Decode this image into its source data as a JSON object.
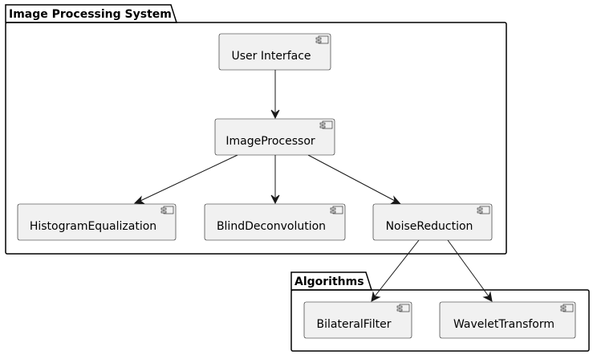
{
  "packages": {
    "system": {
      "title": "Image Processing System"
    },
    "algorithms": {
      "title": "Algorithms"
    }
  },
  "components": {
    "user_interface": "User Interface",
    "image_processor": "ImageProcessor",
    "histogram_equalization": "HistogramEqualization",
    "blind_deconvolution": "BlindDeconvolution",
    "noise_reduction": "NoiseReduction",
    "bilateral_filter": "BilateralFilter",
    "wavelet_transform": "WaveletTransform"
  },
  "edges": [
    {
      "from": "User Interface",
      "to": "ImageProcessor"
    },
    {
      "from": "ImageProcessor",
      "to": "HistogramEqualization"
    },
    {
      "from": "ImageProcessor",
      "to": "BlindDeconvolution"
    },
    {
      "from": "ImageProcessor",
      "to": "NoiseReduction"
    },
    {
      "from": "NoiseReduction",
      "to": "BilateralFilter"
    },
    {
      "from": "NoiseReduction",
      "to": "WaveletTransform"
    }
  ],
  "colors": {
    "component_fill": "#f1f1f1",
    "border": "#181818",
    "background": "#ffffff"
  }
}
